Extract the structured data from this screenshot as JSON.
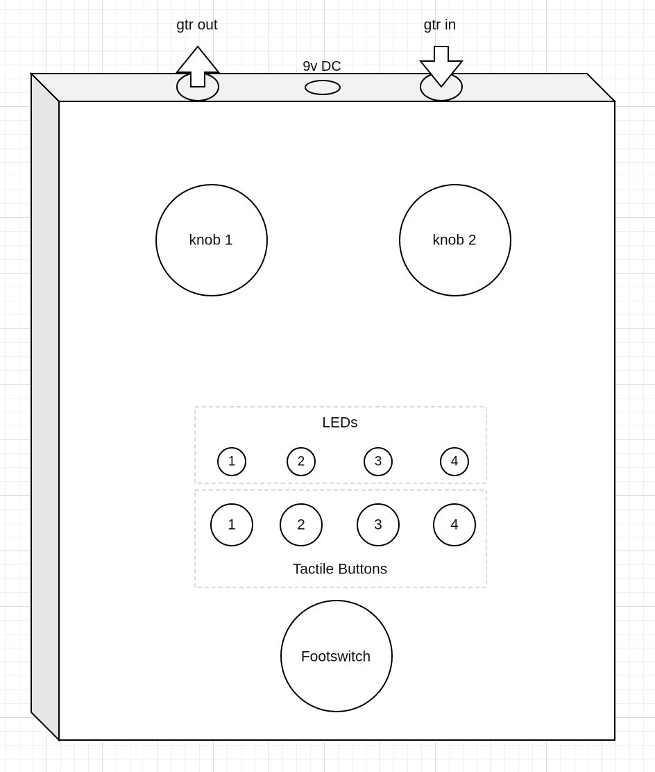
{
  "diagram": {
    "jacks": {
      "output_label": "gtr out",
      "power_label": "9v DC",
      "input_label": "gtr in"
    },
    "knobs": [
      "knob 1",
      "knob 2"
    ],
    "leds": {
      "title": "LEDs",
      "items": [
        "1",
        "2",
        "3",
        "4"
      ]
    },
    "buttons": {
      "title": "Tactile Buttons",
      "items": [
        "1",
        "2",
        "3",
        "4"
      ]
    },
    "footswitch_label": "Footswitch"
  }
}
